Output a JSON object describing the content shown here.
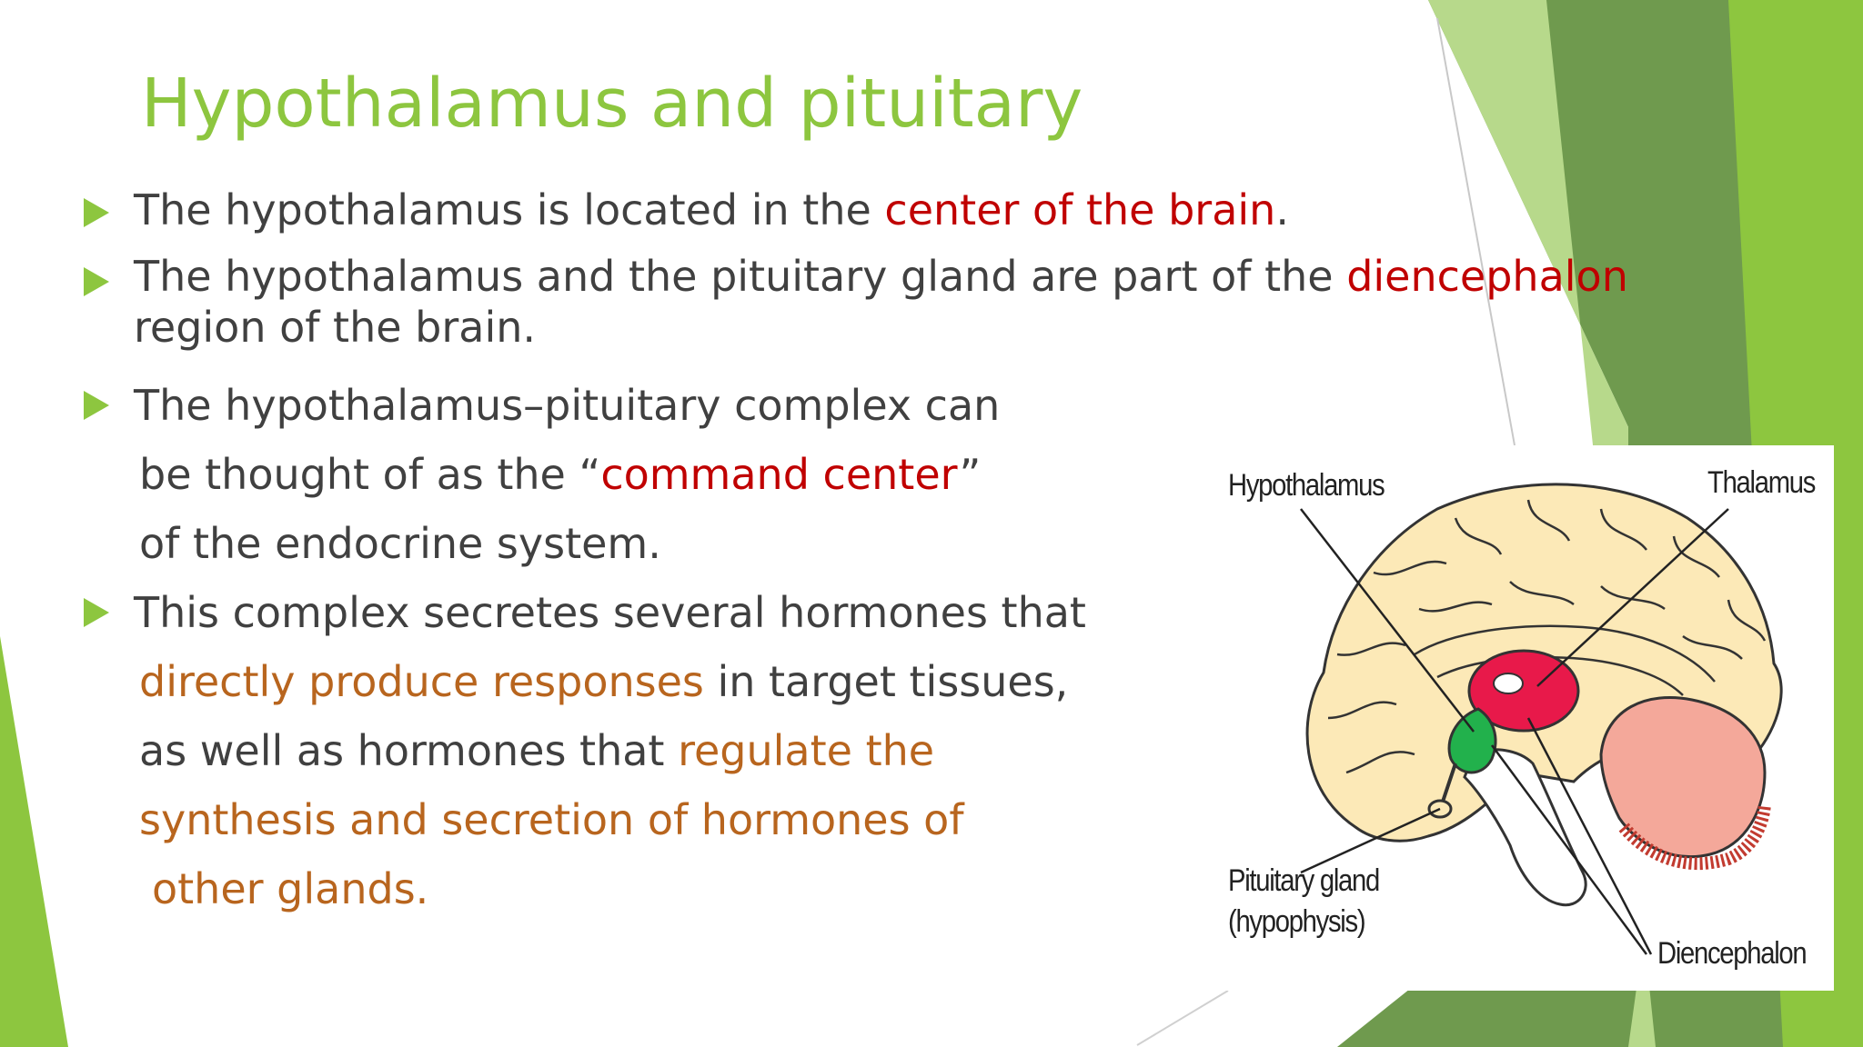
{
  "slide": {
    "title": "Hypothalamus and pituitary",
    "bullets": [
      {
        "t1": "The hypothalamus is located in the ",
        "hl1": "center of the brain",
        "t2": "."
      },
      {
        "t1": "The hypothalamus and the pituitary gland are part of the ",
        "hl1": "diencephalon",
        "line2": "region of the brain."
      },
      {
        "line1": "The hypothalamus–pituitary complex can",
        "line2_pre": "be thought of as the “",
        "line2_hl": "command center",
        "line2_post": "”",
        "line3": "of the endocrine system."
      },
      {
        "line1": "This complex secretes several hormones that",
        "line2_hl": "directly produce responses",
        "line2_post": " in target tissues,",
        "line3_pre": "as well as hormones that ",
        "line3_hl": "regulate the",
        "line4_hl": "synthesis and secretion of hormones of",
        "line5_hl": "other glands."
      }
    ]
  },
  "figure": {
    "labels": {
      "hypothalamus": "Hypothalamus",
      "thalamus": "Thalamus",
      "pituitary_line1": "Pituitary gland",
      "pituitary_line2": "(hypophysis)",
      "diencephalon": "Diencephalon"
    }
  },
  "colors": {
    "accent": "#8dc63f",
    "dark_green": "#6f9a4e",
    "body_text": "#404040",
    "highlight_red": "#c00000",
    "highlight_orange": "#b8651e",
    "brain": "#fce9b7",
    "thalamus": "#e8194a",
    "hypothalamus": "#22b14c",
    "cerebellum": "#f4a89a"
  }
}
